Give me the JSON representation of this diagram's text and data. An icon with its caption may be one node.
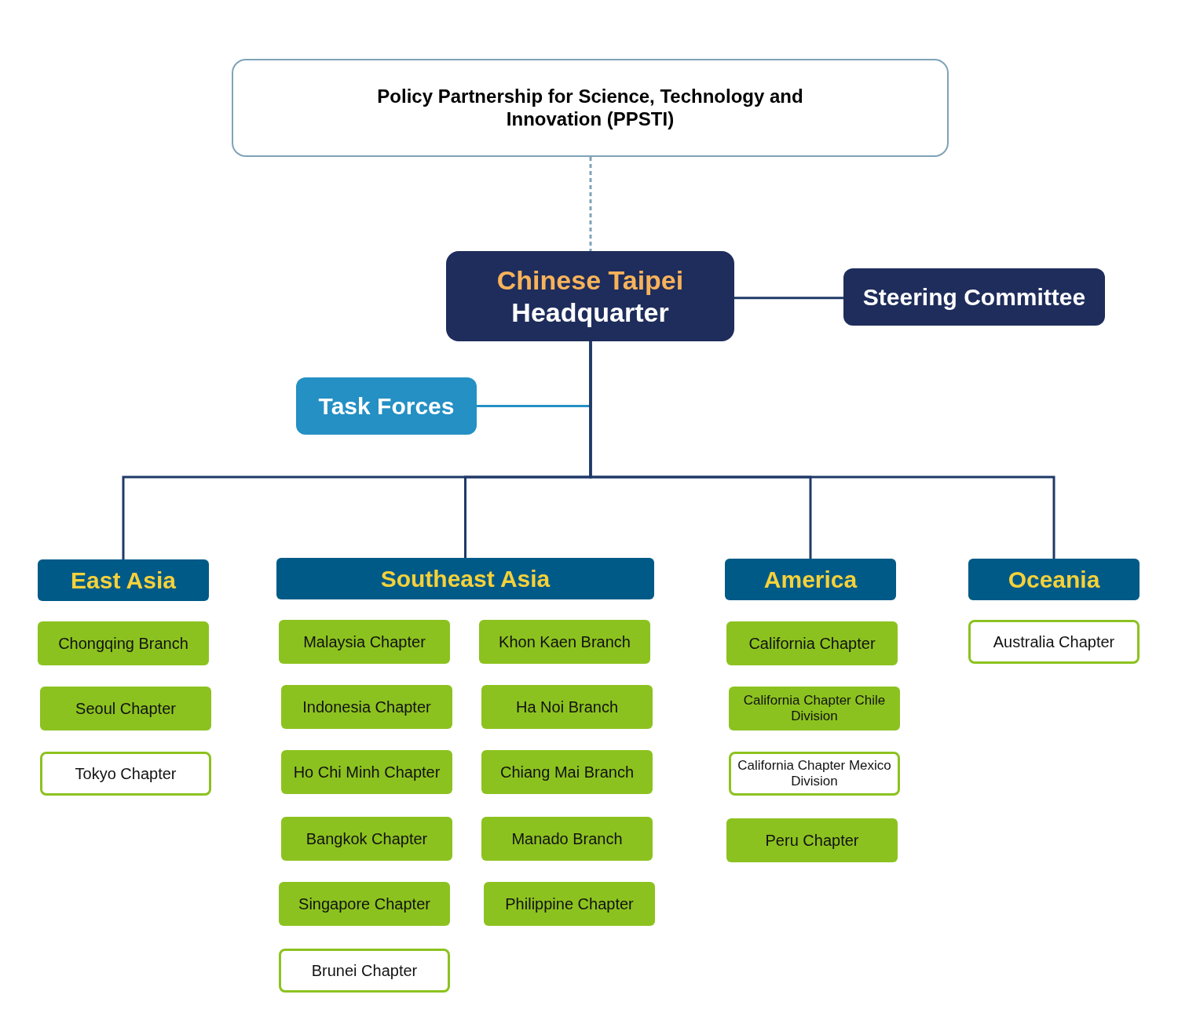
{
  "diagram": {
    "nodes": [
      {
        "text": [
          "Policy Partnership for Science, Technology and Innovation (PPSTI)"
        ]
      },
      {
        "text": [
          "Chinese Taipei",
          "Headquarter"
        ]
      },
      {
        "text": [
          "Steering Committee"
        ]
      },
      {
        "text": [
          "Task Forces"
        ]
      },
      {
        "text": [
          "East Asia"
        ]
      },
      {
        "text": [
          "Southeast Asia"
        ]
      },
      {
        "text": [
          "America"
        ]
      },
      {
        "text": [
          "Oceania"
        ]
      },
      {
        "text": [
          "Chongqing Branch"
        ]
      },
      {
        "text": [
          "Seoul Chapter"
        ]
      },
      {
        "text": [
          "Tokyo Chapter"
        ]
      },
      {
        "text": [
          "Malaysia Chapter"
        ]
      },
      {
        "text": [
          "Indonesia Chapter"
        ]
      },
      {
        "text": [
          "Ho Chi Minh Chapter"
        ]
      },
      {
        "text": [
          "Bangkok Chapter"
        ]
      },
      {
        "text": [
          "Singapore Chapter"
        ]
      },
      {
        "text": [
          "Brunei Chapter"
        ]
      },
      {
        "text": [
          "Khon Kaen Branch"
        ]
      },
      {
        "text": [
          "Ha Noi Branch"
        ]
      },
      {
        "text": [
          "Chiang Mai Branch"
        ]
      },
      {
        "text": [
          "Manado Branch"
        ]
      },
      {
        "text": [
          "Philippine Chapter"
        ]
      },
      {
        "text": [
          "California Chapter"
        ]
      },
      {
        "text": [
          "California Chapter Chile Division"
        ]
      },
      {
        "text": [
          "California Chapter Mexico Division"
        ]
      },
      {
        "text": [
          "Peru Chapter"
        ]
      },
      {
        "text": [
          "Australia Chapter"
        ]
      }
    ],
    "edges": [
      {
        "from": 0,
        "to": 1,
        "arrow": "none",
        "style": "dashed",
        "color": "#7fa3b8"
      },
      {
        "from": 1,
        "to": 2,
        "arrow": "none"
      },
      {
        "from": 1,
        "to": 3,
        "arrow": "none",
        "color": "#2490c4"
      },
      {
        "from": 1,
        "to": 4,
        "arrow": "none"
      },
      {
        "from": 1,
        "to": 5,
        "arrow": "none"
      },
      {
        "from": 1,
        "to": 6,
        "arrow": "none"
      },
      {
        "from": 1,
        "to": 7,
        "arrow": "none"
      }
    ]
  }
}
